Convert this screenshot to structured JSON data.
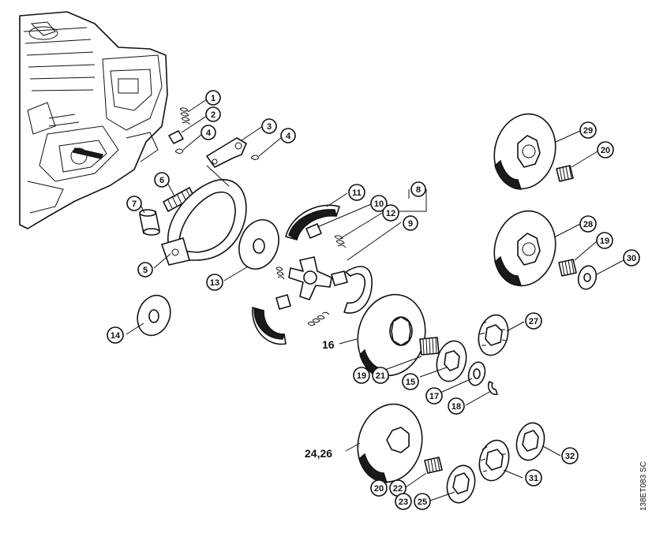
{
  "callouts": [
    "1",
    "2",
    "3",
    "4",
    "4",
    "5",
    "6",
    "7",
    "8",
    "9",
    "10",
    "11",
    "12",
    "13",
    "14",
    "15",
    "17",
    "18",
    "19",
    "20",
    "20",
    "21",
    "22",
    "23",
    "25",
    "27",
    "28",
    "29",
    "30",
    "31",
    "32",
    "19"
  ],
  "big_labels": [
    "16",
    "24,26"
  ],
  "reference_code": "138ET083 SC",
  "icons": {
    "engine-housing": "chainsaw-engine-housing-illustration",
    "brake-band": "brake-band-illustration",
    "clutch-drum": "clutch-drum-sprocket-illustration",
    "spring": "coil-spring-illustration"
  }
}
